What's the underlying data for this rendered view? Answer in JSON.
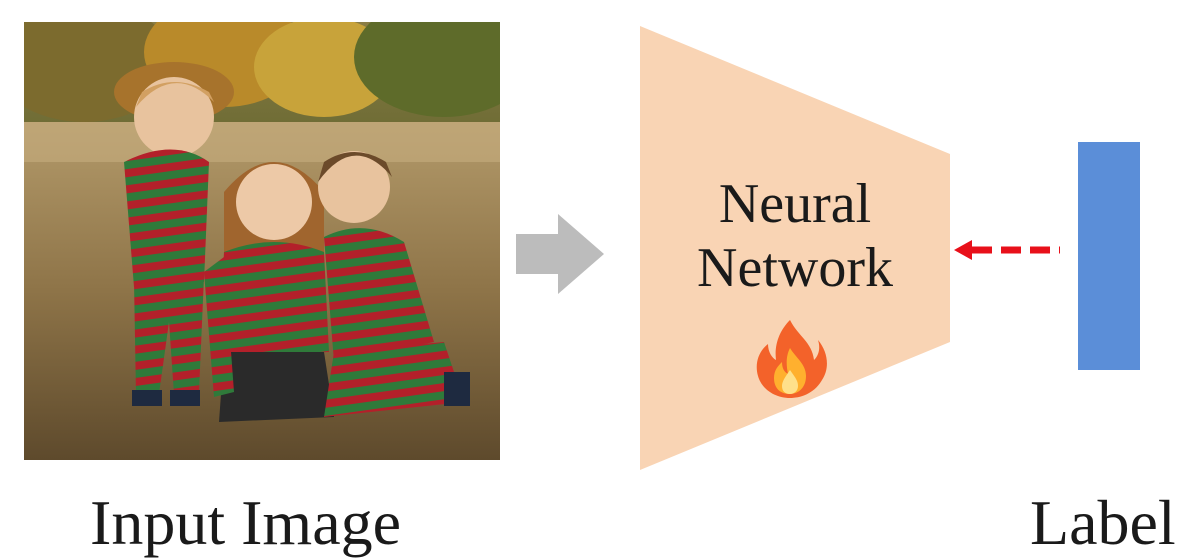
{
  "figure": {
    "input_caption": "Input Image",
    "network_label": {
      "line1": "Neural",
      "line2": "Network"
    },
    "label_caption": "Label",
    "icons": {
      "flame": "fire-icon",
      "forward_arrow": "right-arrow-icon",
      "feedback_arrow": "dashed-left-arrow-icon"
    },
    "colors": {
      "network_fill": "#f9d4b4",
      "label_bar": "#5b8ed8",
      "feedback_arrow": "#e8101a",
      "forward_arrow": "#b8b8b8"
    }
  }
}
